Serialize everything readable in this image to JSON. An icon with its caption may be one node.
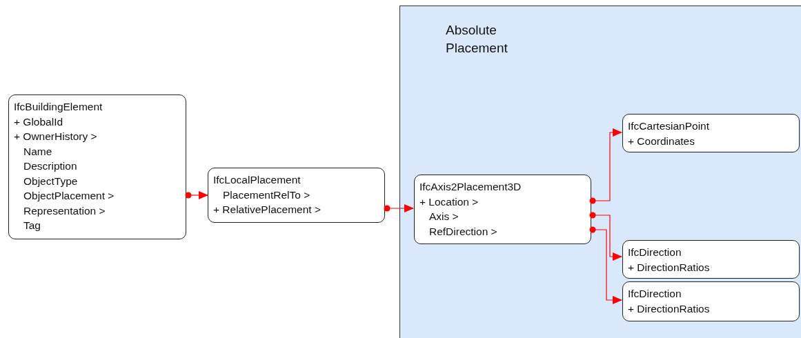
{
  "diagram": {
    "nodes": [
      {
        "text": [
          "IfcBuildingElement",
          "+ GlobalId",
          "+ OwnerHistory >",
          "Name",
          "Description",
          "ObjectType",
          "ObjectPlacement >",
          "Representation >",
          "Tag"
        ]
      },
      {
        "text": [
          "IfcLocalPlacement",
          "PlacementRelTo >",
          "+ RelativePlacement >"
        ]
      },
      {
        "text": [
          "Absolute Placement"
        ]
      },
      {
        "text": [
          "IfcAxis2Placement3D",
          "+ Location >",
          "Axis >",
          "RefDirection >"
        ],
        "in": 2
      },
      {
        "text": [
          "IfcCartesianPoint",
          "+ Coordinates"
        ],
        "in": 2
      },
      {
        "text": [
          "IfcDirection",
          "+ DirectionRatios"
        ],
        "in": 2
      },
      {
        "text": [
          "IfcDirection",
          "+ DirectionRatios"
        ],
        "in": 2
      }
    ],
    "edges": [
      {
        "from": 0,
        "to": 1,
        "arrow": "to"
      },
      {
        "from": 1,
        "to": 3,
        "arrow": "to"
      },
      {
        "from": 3,
        "to": 4,
        "arrow": "to"
      },
      {
        "from": 3,
        "to": 5,
        "arrow": "to"
      },
      {
        "from": 3,
        "to": 6,
        "arrow": "to"
      }
    ]
  }
}
